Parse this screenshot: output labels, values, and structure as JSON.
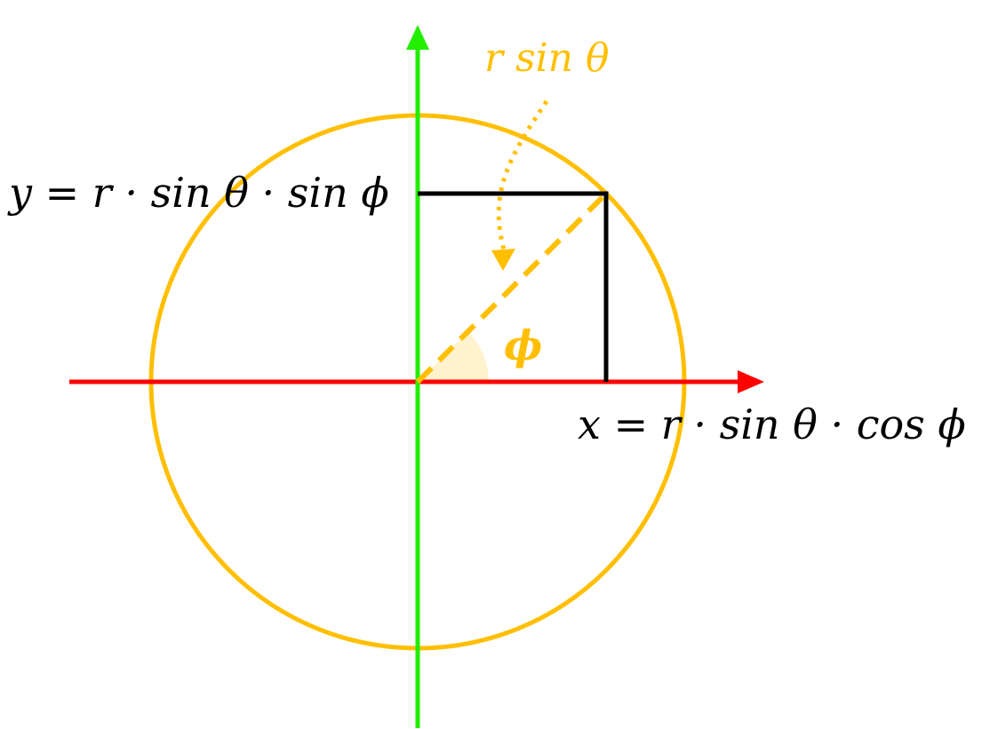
{
  "diagram": {
    "labels": {
      "r_sin_theta": "r sin θ",
      "phi": "ϕ",
      "y_equation": "y = r · sin θ · sin ϕ",
      "x_equation": "x = r · sin θ · cos ϕ"
    },
    "colors": {
      "x_axis": "#ff0000",
      "y_axis": "#22ee00",
      "circle": "#ffbf00",
      "radius": "#ffbf00",
      "projection": "#000000",
      "angle_fill": "#fff2cc",
      "annotation": "#ffbf00"
    }
  }
}
